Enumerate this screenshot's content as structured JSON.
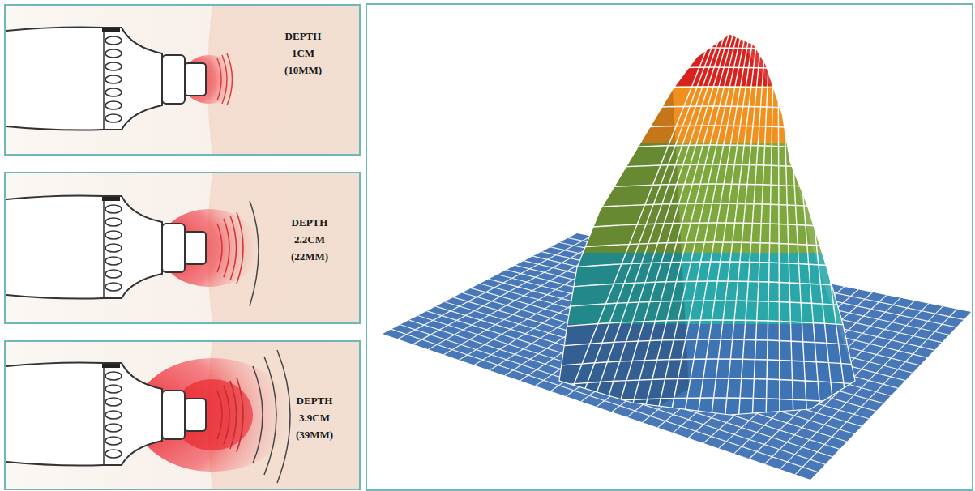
{
  "diagram": {
    "nodes": [
      {
        "text": [
          "DEPTH 1CM (10MM)"
        ]
      },
      {
        "text": [
          "DEPTH 2.2CM (22MM)"
        ]
      },
      {
        "text": [
          "DEPTH 3.9CM (39MM)"
        ]
      }
    ]
  }
}
